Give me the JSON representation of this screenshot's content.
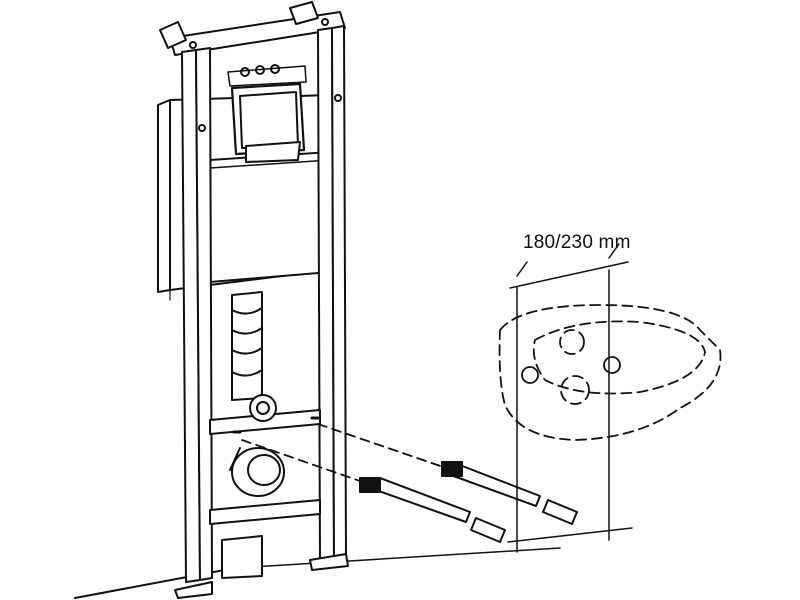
{
  "diagram": {
    "dimension_label": "180/230 mm",
    "components": {
      "frame": "installation-frame",
      "cistern": "concealed-cistern",
      "bowl": "wall-hung-bowl",
      "bolts": "fixing-bolts",
      "sleeves": "bolt-sleeves",
      "drain": "drain-elbow"
    }
  }
}
